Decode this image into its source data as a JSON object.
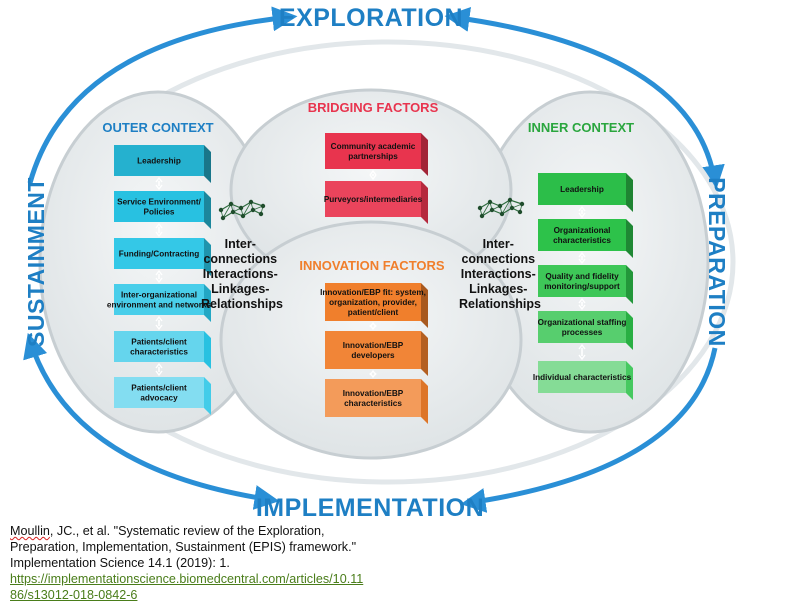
{
  "phases": {
    "exploration": "EXPLORATION",
    "preparation": "PREPARATION",
    "implementation": "IMPLEMENTATION",
    "sustainment": "SUSTAINMENT"
  },
  "outer_context": {
    "title": "OUTER CONTEXT",
    "color": "#29c5e6",
    "items": [
      [
        "Leadership"
      ],
      [
        "Service Environment/",
        "Policies"
      ],
      [
        "Funding/Contracting"
      ],
      [
        "Inter-organizational",
        "environment and networks"
      ],
      [
        "Patients/client",
        "characteristics"
      ],
      [
        "Patients/client",
        "advocacy"
      ]
    ]
  },
  "bridging_factors": {
    "title": "BRIDGING FACTORS",
    "color": "#e8344e",
    "items": [
      [
        "Community academic",
        "partnerships"
      ],
      [
        "Purveyors/intermediaries"
      ]
    ]
  },
  "innovation_factors": {
    "title": "INNOVATION FACTORS",
    "color": "#f07f2c",
    "items": [
      [
        "Innovation/EBP fit: system,",
        "organization, provider,",
        "patient/client"
      ],
      [
        "Innovation/EBP",
        "developers"
      ],
      [
        "Innovation/EBP",
        "characteristics"
      ]
    ]
  },
  "inner_context": {
    "title": "INNER CONTEXT",
    "color": "#2dc24a",
    "items": [
      [
        "Leadership"
      ],
      [
        "Organizational",
        "characteristics"
      ],
      [
        "Quality and fidelity",
        "monitoring/support"
      ],
      [
        "Organizational staffing",
        "processes"
      ],
      [
        "Individual characteristics"
      ]
    ]
  },
  "interconnections": [
    "Inter-",
    "connections",
    "Interactions-",
    "Linkages-",
    "Relationships"
  ],
  "citation": {
    "author": "Moullin",
    "rest_line1": ", JC., et al. \"Systematic review of the Exploration,",
    "line2": "Preparation, Implementation, Sustainment (EPIS) framework.\"",
    "line3": "Implementation Science 14.1 (2019): 1.",
    "url_line1": "https://implementationscience.biomedcentral.com/articles/10.11",
    "url_line2": "86/s13012-018-0842-6"
  },
  "colors": {
    "phase_text": "#1e7fc4",
    "arrow": "#2a8fd6",
    "oval": "#e6eaec",
    "oval_border": "#c7ced2",
    "link_green": "#4a7d1a"
  }
}
